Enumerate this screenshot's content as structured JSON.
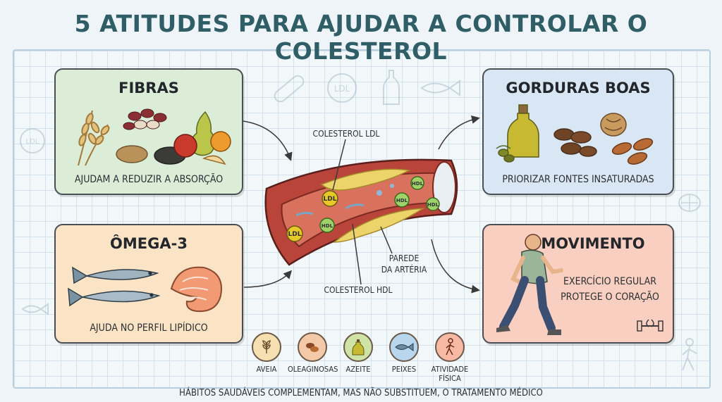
{
  "title": "5 ATITUDES PARA AJUDAR A CONTROLAR O COLESTEROL",
  "cards": {
    "fibras": {
      "title": "FIBRAS",
      "subtitle": "AJUDAM A REDUZIR A ABSORÇÃO"
    },
    "omega": {
      "title": "ÔMEGA-3",
      "subtitle": "AJUDA NO PERFIL LIPÍDICO"
    },
    "gorduras": {
      "title": "GORDURAS BOAS",
      "subtitle": "PRIORIZAR FONTES INSATURADAS"
    },
    "movimento": {
      "title": "MOVIMENTO",
      "subtitle_line1": "EXERCÍCIO REGULAR",
      "subtitle_line2": "PROTEGE O CORAÇÃO"
    }
  },
  "artery": {
    "label_ldl": "COLESTEROL LDL",
    "label_hdl": "COLESTEROL HDL",
    "label_wall_line1": "PAREDE",
    "label_wall_line2": "DA ARTÉRIA",
    "ldl_badge": "LDL",
    "hdl_badge": "HDL"
  },
  "background_badge": "LDL",
  "habits": [
    {
      "label": "AVEIA",
      "color": "#f6dfb0",
      "icon": "wheat-icon"
    },
    {
      "label": "OLEAGINOSAS",
      "color": "#f4c9a8",
      "icon": "nuts-icon"
    },
    {
      "label": "AZEITE",
      "color": "#cfe3a6",
      "icon": "olive-oil-icon"
    },
    {
      "label": "PEIXES",
      "color": "#b9d6ef",
      "icon": "fish-icon"
    },
    {
      "label": "ATIVIDADE",
      "label2": "FÍSICA",
      "color": "#f7b8a4",
      "icon": "walking-icon"
    }
  ],
  "footer": "HÁBITOS SAUDÁVEIS COMPLEMENTAM, MAS NÃO SUBSTITUEM, O TRATAMENTO MÉDICO",
  "colors": {
    "title": "#2f5e67",
    "fibras_bg": "#dbecd7",
    "omega_bg": "#fbe4c6",
    "gorduras_bg": "#d9e6f3",
    "movimento_bg": "#f8cfc0",
    "artery": "#b9443a"
  }
}
